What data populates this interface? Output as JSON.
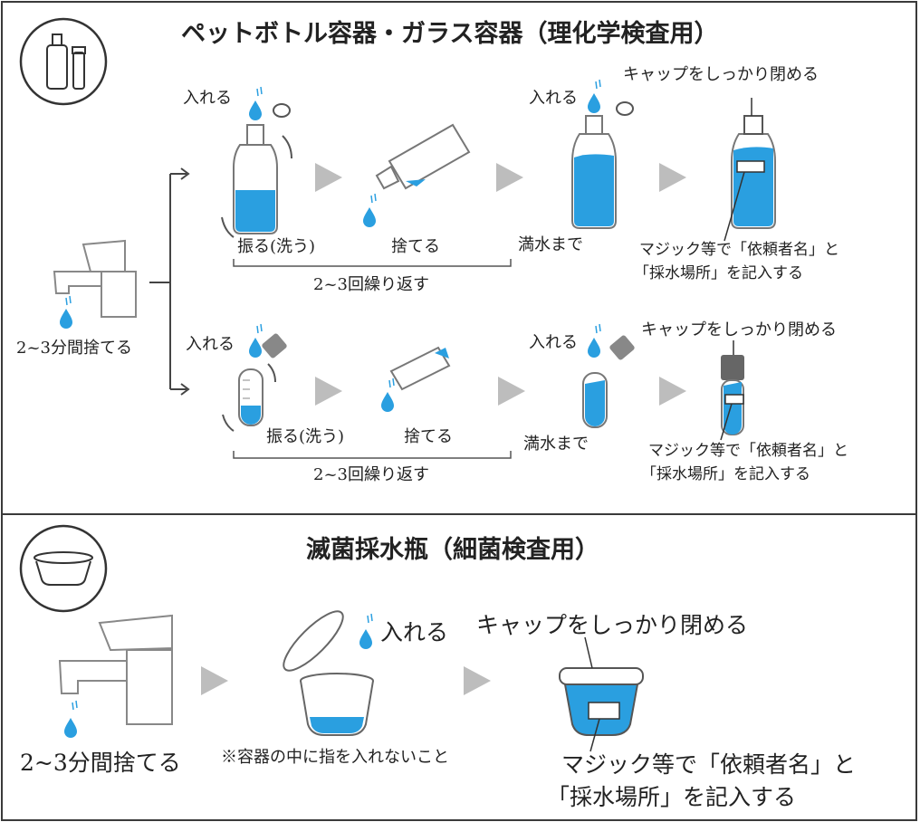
{
  "palette": {
    "water": "#2a9fe0",
    "arrow": "#bdbdbd",
    "line": "#555555",
    "frame": "#3a3a3a"
  },
  "section1": {
    "title": "ペットボトル容器・ガラス容器（理化学検査用）",
    "icon": "bottle-and-tube-icon",
    "tap_caption": "2~3分間捨てる",
    "bottle_row": {
      "insert1": "入れる",
      "shake": "振る(洗う)",
      "discard": "捨てる",
      "repeat": "2~3回繰り返す",
      "insert2": "入れる",
      "fill": "満水まで",
      "cap": "キャップをしっかり閉める",
      "note_line1": "マジック等で「依頼者名」と",
      "note_line2": "「採水場所」を記入する"
    },
    "tube_row": {
      "insert1": "入れる",
      "shake": "振る(洗う)",
      "discard": "捨てる",
      "repeat": "2~3回繰り返す",
      "insert2": "入れる",
      "fill": "満水まで",
      "cap": "キャップをしっかり閉める",
      "note_line1": "マジック等で「依頼者名」と",
      "note_line2": "「採水場所」を記入する"
    }
  },
  "section2": {
    "title": "滅菌採水瓶（細菌検査用）",
    "icon": "sterile-cup-icon",
    "tap_caption": "2~3分間捨てる",
    "insert": "入れる",
    "warning": "※容器の中に指を入れないこと",
    "cap": "キャップをしっかり閉める",
    "note_line1": "マジック等で「依頼者名」と",
    "note_line2": "「採水場所」を記入する"
  }
}
